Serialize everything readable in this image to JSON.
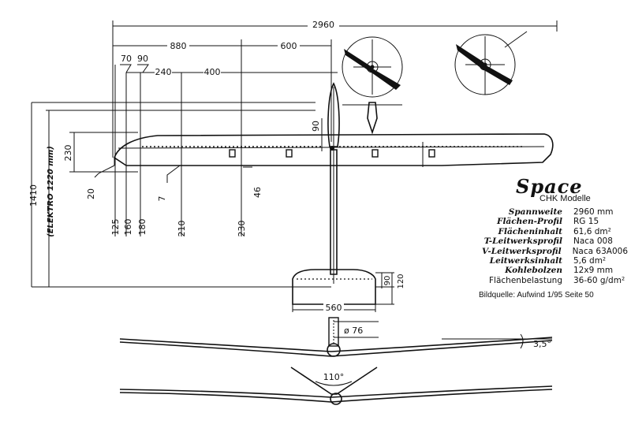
{
  "header": {
    "title": "Space",
    "manufacturer": "CHK Modelle"
  },
  "specs": [
    {
      "label": "Spannweite",
      "value": "2960 mm",
      "style": "italic"
    },
    {
      "label": "Flächen-Profil",
      "value": "RG 15",
      "style": "italic"
    },
    {
      "label": "Flächeninhalt",
      "value": "61,6 dm²",
      "style": "italic"
    },
    {
      "label": "T-Leitwerksprofil",
      "value": "Naca 008",
      "style": "italic"
    },
    {
      "label": "V-Leitwerksprofil",
      "value": "Naca 63A006",
      "style": "italic"
    },
    {
      "label": "Leitwerksinhalt",
      "value": "5,6 dm²",
      "style": "italic"
    },
    {
      "label": "Kohlebolzen",
      "value": "12x9 mm",
      "style": "italic"
    },
    {
      "label": "Flächenbelastung",
      "value": "36-60 g/dm²",
      "style": "plain"
    }
  ],
  "source": "Bildquelle: Aufwind 1/95 Seite 50",
  "dimensions": {
    "span": "2960",
    "half_inner": "880",
    "half_outer": "600",
    "d70": "70",
    "d90": "90",
    "d240": "240",
    "d400": "400",
    "root_depth_90": "90",
    "chord_230": "230",
    "length_1410": "1410",
    "elektro": "(ELEKTRO 1220 mm)",
    "tip_20": "20",
    "d7": "7",
    "d46": "46",
    "rib_125": "125",
    "rib_160": "160",
    "rib_180": "180",
    "rib_210": "210",
    "rib_230": "230",
    "tail_90": "90",
    "tail_120": "120",
    "tail_span_560": "560",
    "fuselage_diam": "ø 76",
    "dihedral": "3,5°",
    "v_angle": "110°"
  }
}
